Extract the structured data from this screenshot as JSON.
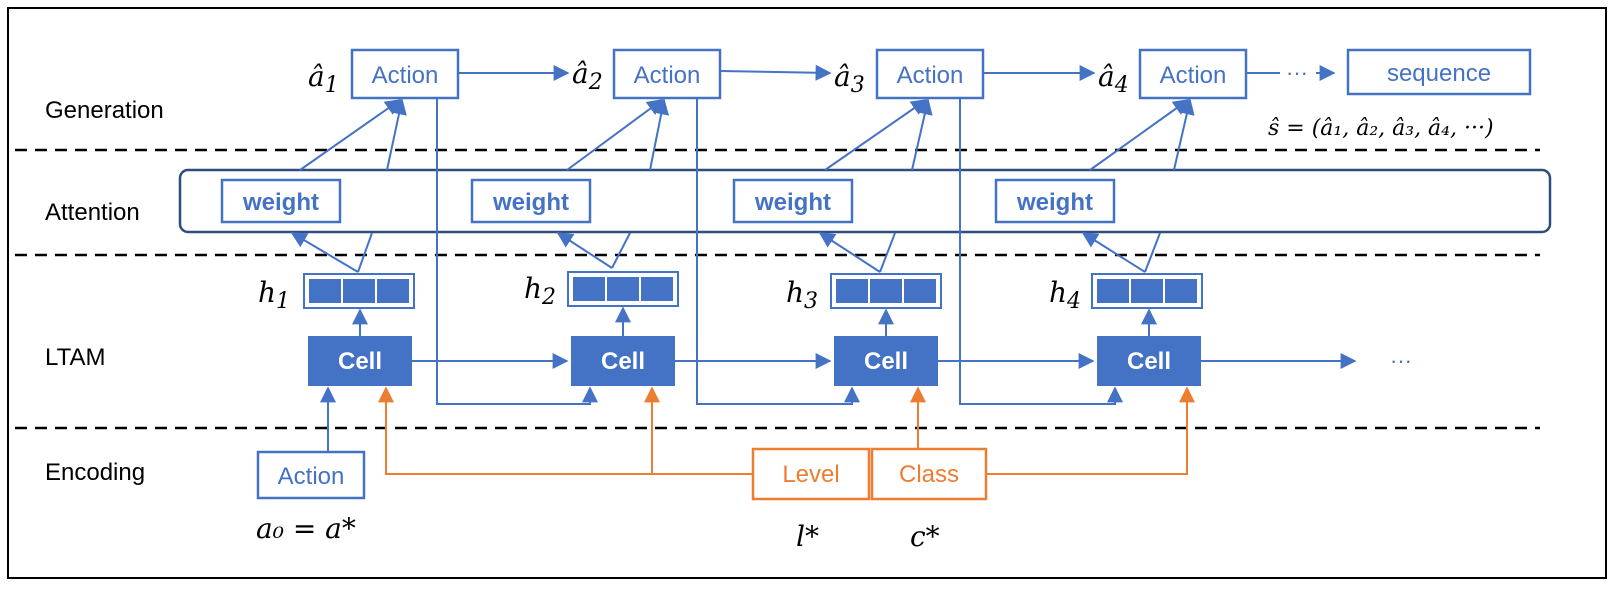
{
  "rows": {
    "generation": "Generation",
    "attention": "Attention",
    "ltam": "LTAM",
    "encoding": "Encoding"
  },
  "generation": {
    "actions": [
      {
        "label": "Action",
        "symbol": "â",
        "sub": "1"
      },
      {
        "label": "Action",
        "symbol": "â",
        "sub": "2"
      },
      {
        "label": "Action",
        "symbol": "â",
        "sub": "3"
      },
      {
        "label": "Action",
        "symbol": "â",
        "sub": "4"
      }
    ],
    "ellipsis": "···",
    "sequence_label": "sequence",
    "sequence_formula": "ŝ = (â₁, â₂, â₃, â₄, ···)"
  },
  "attention": {
    "weights": [
      "weight",
      "weight",
      "weight",
      "weight"
    ]
  },
  "ltam": {
    "hidden": [
      {
        "symbol": "h",
        "sub": "1"
      },
      {
        "symbol": "h",
        "sub": "2"
      },
      {
        "symbol": "h",
        "sub": "3"
      },
      {
        "symbol": "h",
        "sub": "4"
      }
    ],
    "cells": [
      "Cell",
      "Cell",
      "Cell",
      "Cell"
    ],
    "ellipsis": "···"
  },
  "encoding": {
    "action_label": "Action",
    "action_formula": "a₀ = a*",
    "level_label": "Level",
    "level_symbol": "l*",
    "class_label": "Class",
    "class_symbol": "c*"
  },
  "colors": {
    "blue": "#4472C4",
    "orange": "#ED7D31",
    "black": "#000000"
  }
}
